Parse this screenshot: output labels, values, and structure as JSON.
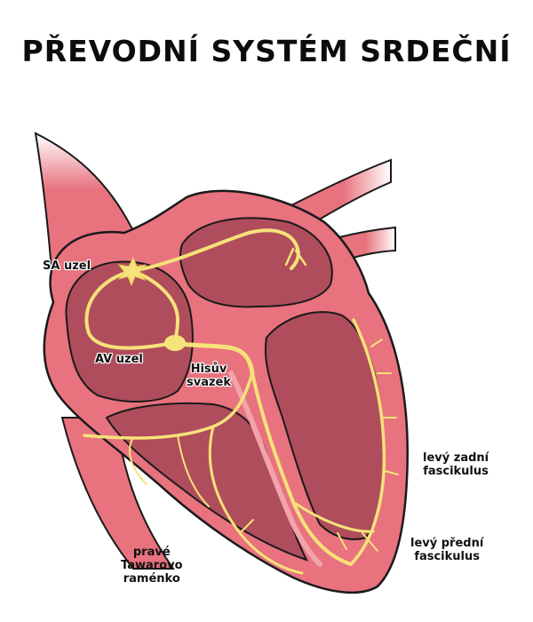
{
  "title": "PŘEVODNÍ SYSTÉM SRDEČNÍ",
  "labels": {
    "sa_node": "SA uzel",
    "av_node": "AV uzel",
    "his_bundle_line1": "Hisův",
    "his_bundle_line2": "svazek",
    "left_posterior_line1": "levý zadní",
    "left_posterior_line2": "fascikulus",
    "left_anterior_line1": "levý přední",
    "left_anterior_line2": "fascikulus",
    "right_branch_line1": "pravé",
    "right_branch_line2": "Tawarovo",
    "right_branch_line3": "raménko"
  },
  "colors": {
    "tissue": "#e8727e",
    "tissue_light": "#f2a3ab",
    "chamber": "#b04d5c",
    "chamber_dark": "#8e3746",
    "conduction": "#f6e27a",
    "outline": "#1a1a1a"
  }
}
